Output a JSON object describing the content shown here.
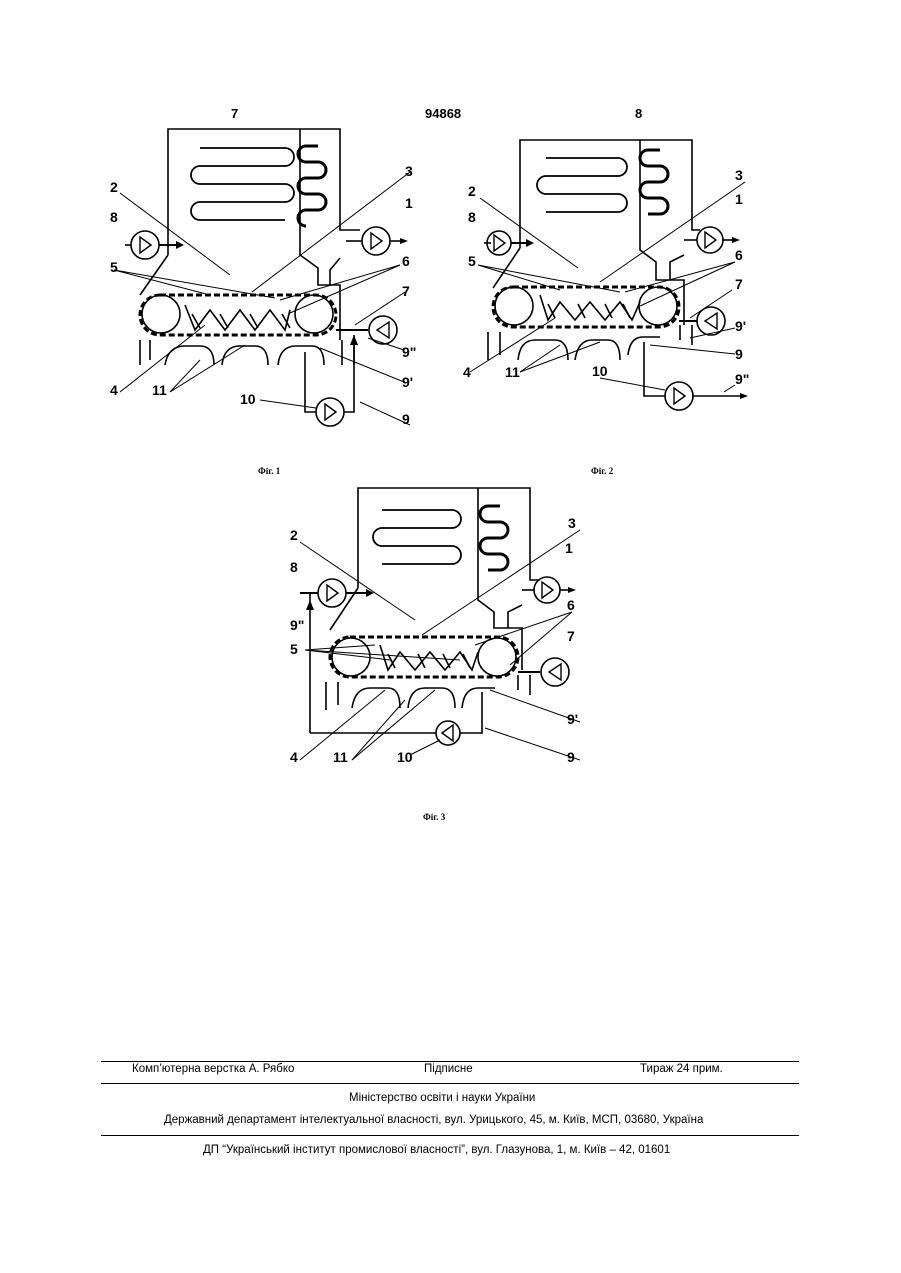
{
  "header": {
    "page_left": "7",
    "patent_number": "94868",
    "page_right": "8"
  },
  "figures": {
    "fig1": {
      "caption": "Фіг. 1",
      "labels": {
        "n1": "1",
        "n2": "2",
        "n3": "3",
        "n4": "4",
        "n5": "5",
        "n6": "6",
        "n7": "7",
        "n8": "8",
        "n9": "9",
        "n9p": "9'",
        "n9pp": "9\"",
        "n10": "10",
        "n11": "11"
      }
    },
    "fig2": {
      "caption": "Фіг. 2",
      "labels": {
        "n1": "1",
        "n2": "2",
        "n3": "3",
        "n4": "4",
        "n5": "5",
        "n6": "6",
        "n7": "7",
        "n8": "8",
        "n9": "9",
        "n9p": "9'",
        "n9pp": "9\"",
        "n10": "10",
        "n11": "11"
      }
    },
    "fig3": {
      "caption": "Фіг. 3",
      "labels": {
        "n1": "1",
        "n2": "2",
        "n3": "3",
        "n4": "4",
        "n5": "5",
        "n6": "6",
        "n7": "7",
        "n8": "8",
        "n9": "9",
        "n9p": "9'",
        "n9pp": "9\"",
        "n10": "10",
        "n11": "11"
      }
    }
  },
  "footer": {
    "typesetting": "Комп’ютерна верстка А. Рябко",
    "signed": "Підписне",
    "circulation": "Тираж 24 прим.",
    "ministry": "Міністерство освіти і науки України",
    "department": "Державний департамент інтелектуальної власності, вул. Урицького, 45, м. Київ, МСП, 03680, Україна",
    "institute": "ДП “Український інститут промислової власності”, вул. Глазунова, 1, м. Київ – 42, 01601"
  }
}
